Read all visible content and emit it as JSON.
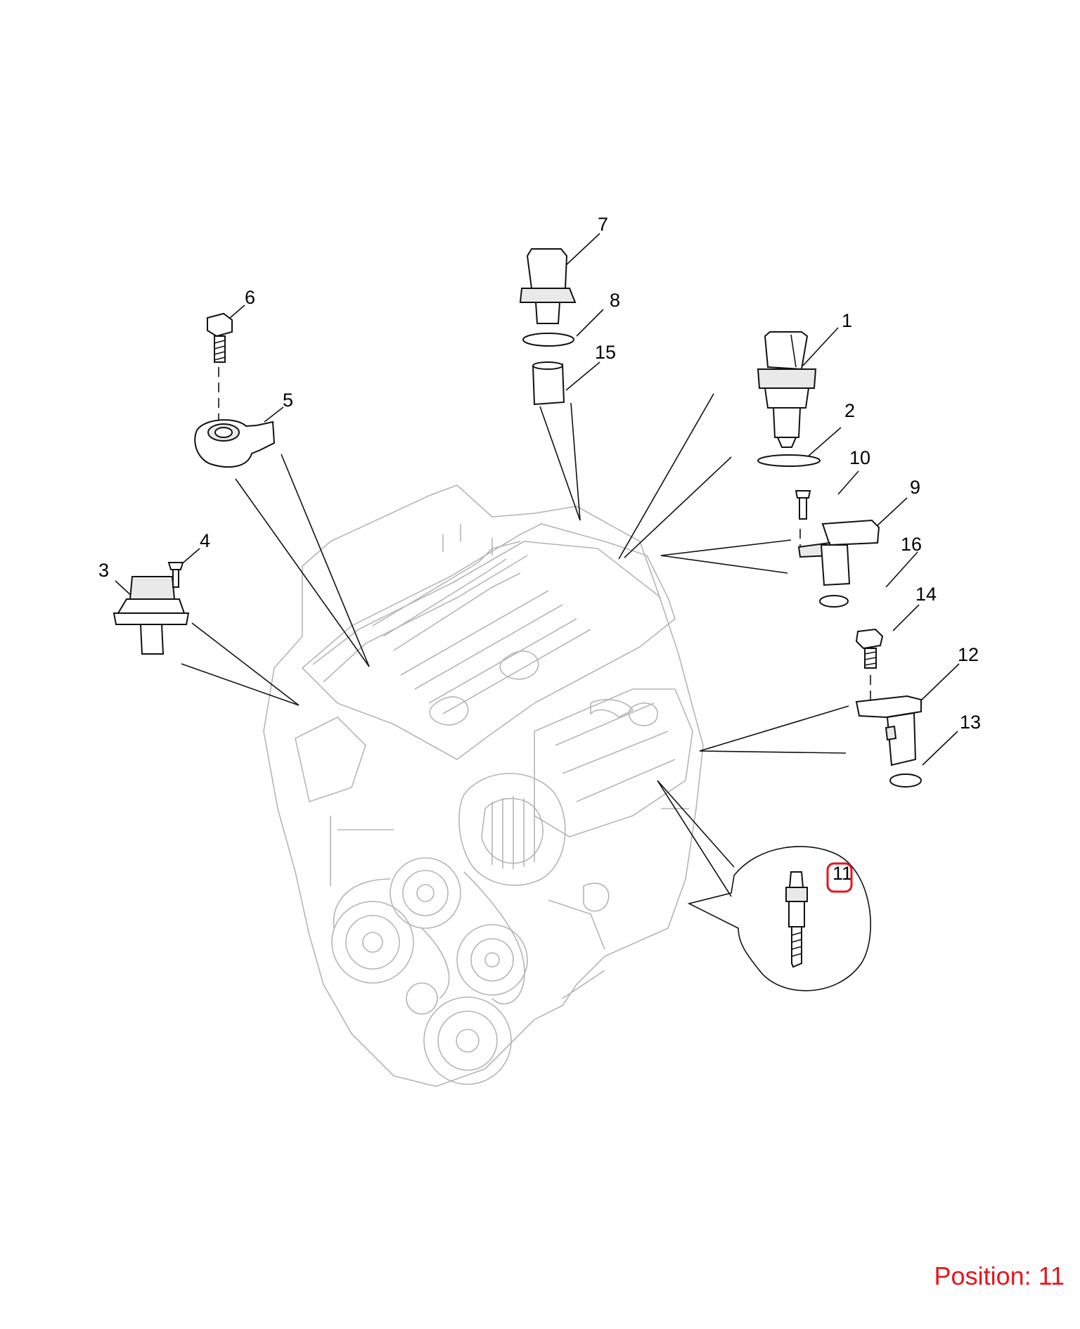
{
  "callouts": [
    "1",
    "2",
    "3",
    "4",
    "5",
    "6",
    "7",
    "8",
    "9",
    "10",
    "11",
    "12",
    "13",
    "14",
    "15",
    "16"
  ],
  "highlighted_callout": "11",
  "colors": {
    "highlight": "#e8141c",
    "lines": "#111111",
    "engine": "#b5b5b5"
  },
  "position_label": "Position: 11"
}
